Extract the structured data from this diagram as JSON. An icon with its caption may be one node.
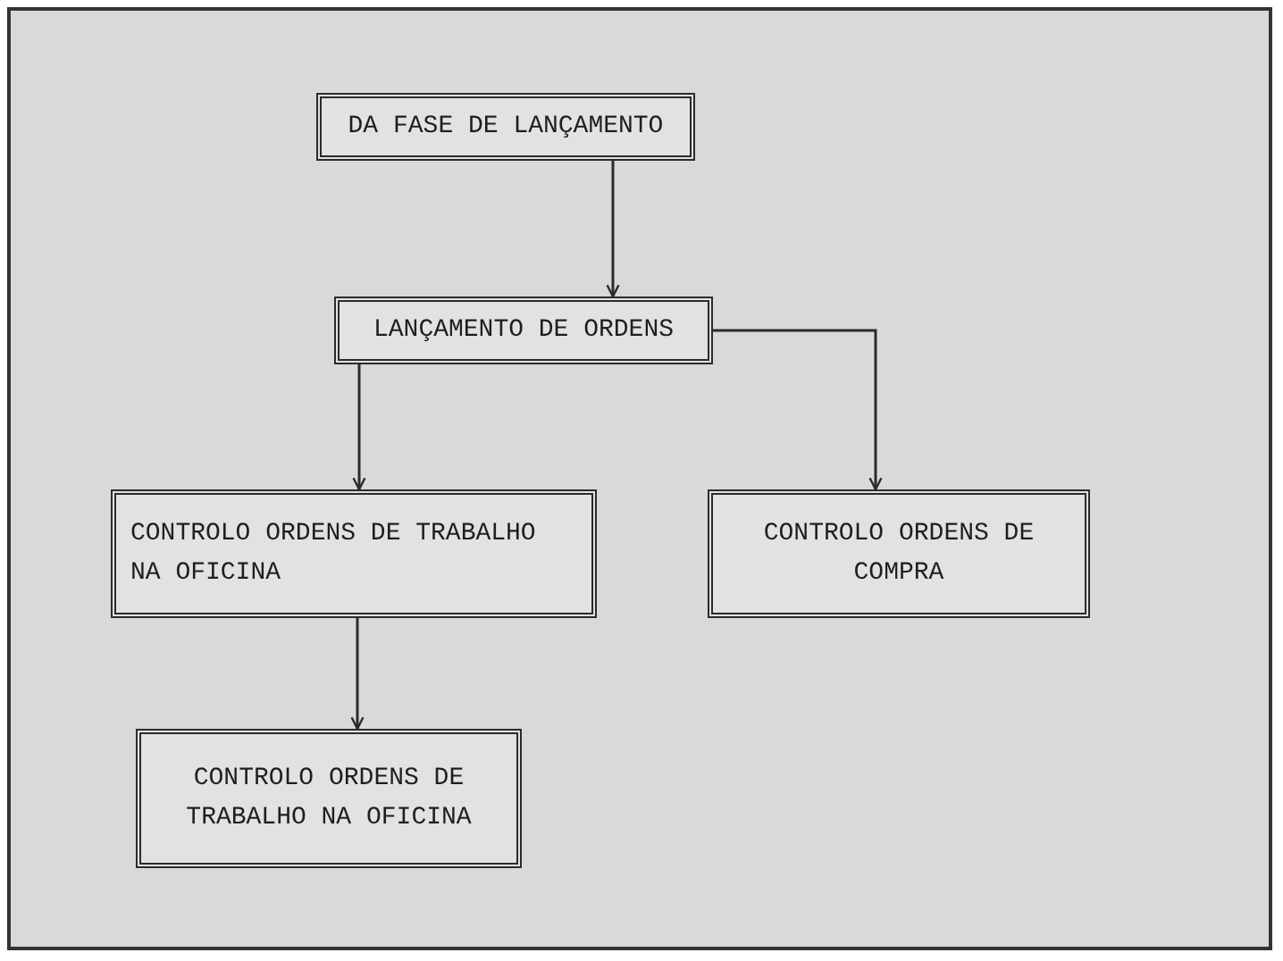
{
  "diagram": {
    "nodes": [
      {
        "text": [
          "DA FASE DE LANÇAMENTO"
        ]
      },
      {
        "text": [
          "LANÇAMENTO DE ORDENS"
        ]
      },
      {
        "text": [
          "CONTROLO ORDENS DE TRABALHO NA OFICINA"
        ]
      },
      {
        "text": [
          "CONTROLO ORDENS DE COMPRA"
        ]
      },
      {
        "text": [
          "CONTROLO ORDENS DE TRABALHO NA OFICINA"
        ]
      }
    ],
    "edges": [
      {
        "from": 0,
        "to": 1,
        "arrow": "to"
      },
      {
        "from": 1,
        "to": 2,
        "arrow": "to"
      },
      {
        "from": 1,
        "to": 3,
        "arrow": "to"
      },
      {
        "from": 2,
        "to": 4,
        "arrow": "to"
      }
    ]
  }
}
